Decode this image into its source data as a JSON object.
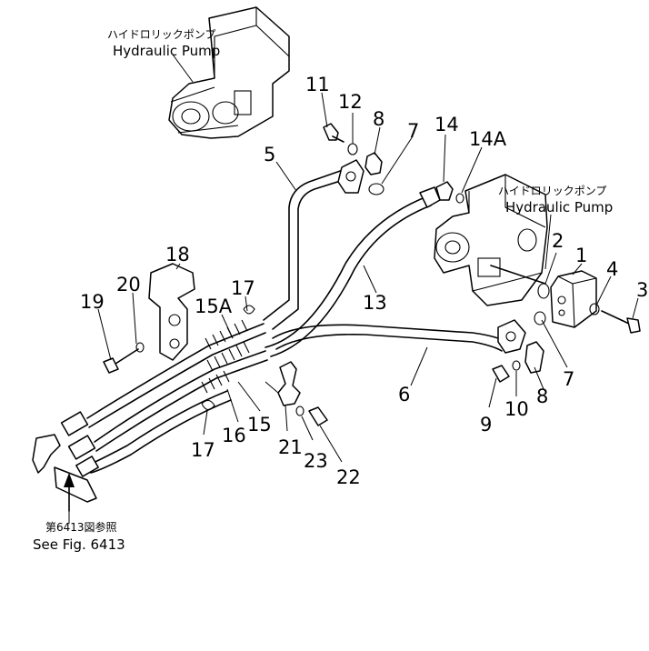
{
  "callouts": {
    "pump_top": {
      "jp": "ハイドロリックポンプ",
      "en": "Hydraulic Pump"
    },
    "pump_right": {
      "jp": "ハイドロリックポンプ",
      "en": "Hydraulic Pump"
    },
    "see_fig": {
      "jp": "第6413図参照",
      "en": "See Fig. 6413"
    }
  },
  "part_numbers": {
    "p1": "1",
    "p2": "2",
    "p4": "4",
    "p3": "3",
    "p5": "5",
    "p6": "6",
    "p7a": "7",
    "p7b": "7",
    "p8a": "8",
    "p8b": "8",
    "p9": "9",
    "p10": "10",
    "p11": "11",
    "p12": "12",
    "p13": "13",
    "p14": "14",
    "p14a": "14A",
    "p15": "15",
    "p15a": "15A",
    "p16": "16",
    "p17a": "17",
    "p17b": "17",
    "p18": "18",
    "p19": "19",
    "p20": "20",
    "p21": "21",
    "p22": "22",
    "p23": "23"
  }
}
